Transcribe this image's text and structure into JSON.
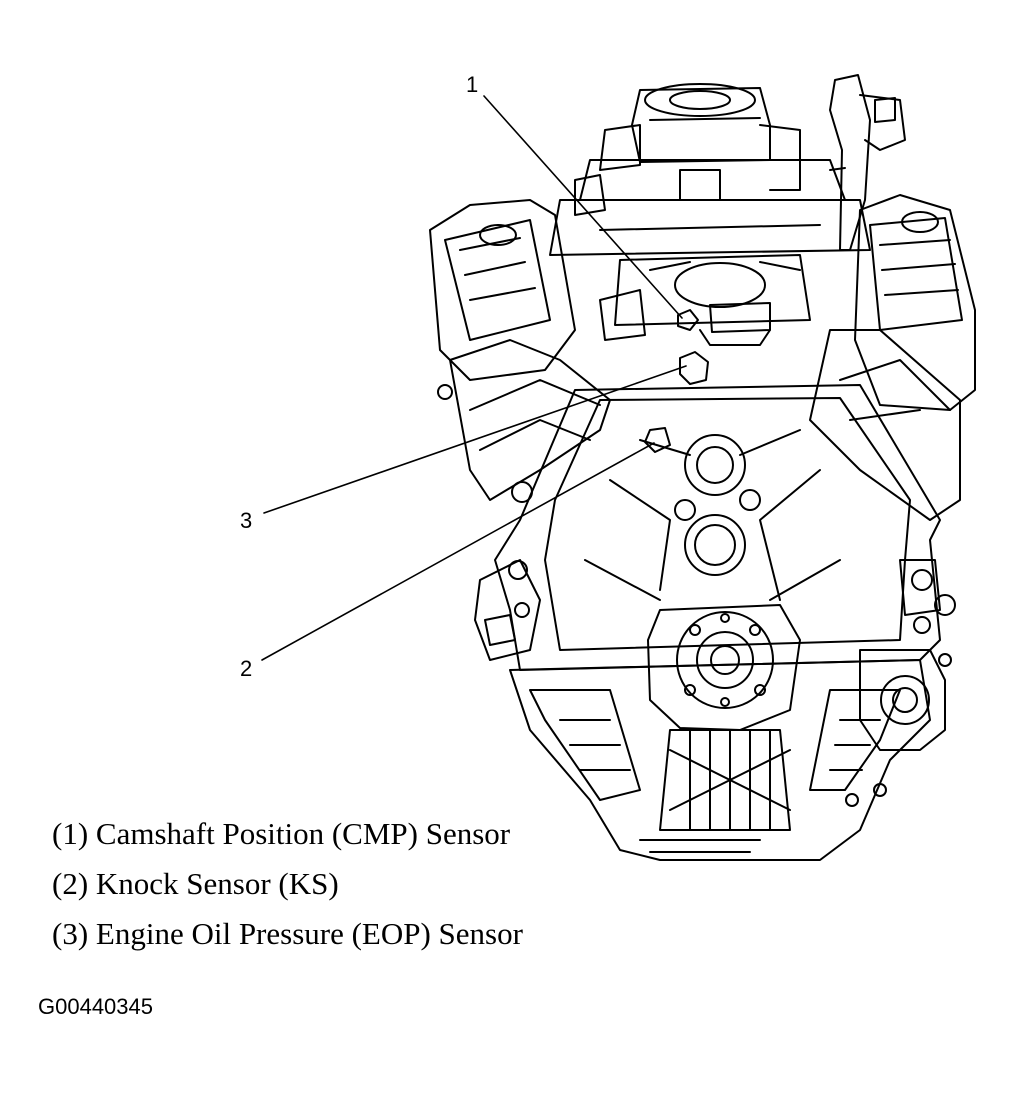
{
  "callouts": [
    {
      "number": "1",
      "label": "Camshaft Position (CMP) Sensor"
    },
    {
      "number": "2",
      "label": "Knock Sensor (KS)"
    },
    {
      "number": "3",
      "label": "Engine Oil Pressure (EOP) Sensor"
    }
  ],
  "legend": [
    "(1) Camshaft Position (CMP) Sensor",
    "(2) Knock Sensor (KS)",
    "(3) Engine Oil Pressure (EOP) Sensor"
  ],
  "figure_id": "G00440345",
  "line_color": "#000000",
  "background": "#ffffff"
}
